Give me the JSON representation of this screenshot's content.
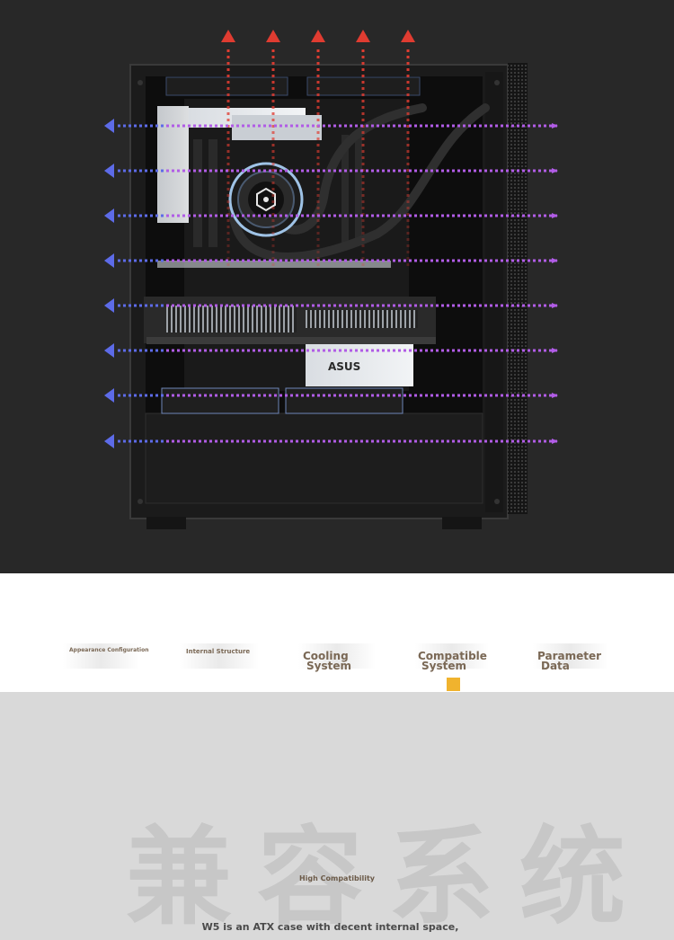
{
  "hero": {
    "description_brand": "ASUS",
    "exhaust_arrow_color": "#e03c31",
    "intake_arrow_color": "#5d6be8",
    "flow_dot_color": "#b15ce6",
    "icons": [
      "airflow-up-arrow-icon",
      "airflow-left-arrow-icon",
      "cooler-logo-icon"
    ]
  },
  "tabs": [
    {
      "label": "Appearance Configuration",
      "lines": [
        "Appearance Configuration"
      ]
    },
    {
      "label": "Internal Structure",
      "lines": [
        "Internal Structure"
      ]
    },
    {
      "label": "Cooling System",
      "lines": [
        "Cooling",
        "System"
      ]
    },
    {
      "label": "Compatible System",
      "lines": [
        "Compatible",
        "System"
      ],
      "active": true
    },
    {
      "label": "Parameter Data",
      "lines": [
        "Parameter",
        "Data"
      ]
    }
  ],
  "colors": {
    "tab_text": "#7a6855",
    "active_marker": "#f0b32e",
    "feature_bg": "#d9d9d9"
  },
  "feature": {
    "watermark": "兼容系统",
    "title": "High Compatibility",
    "description": "W5 is an ATX case with decent internal space,"
  }
}
